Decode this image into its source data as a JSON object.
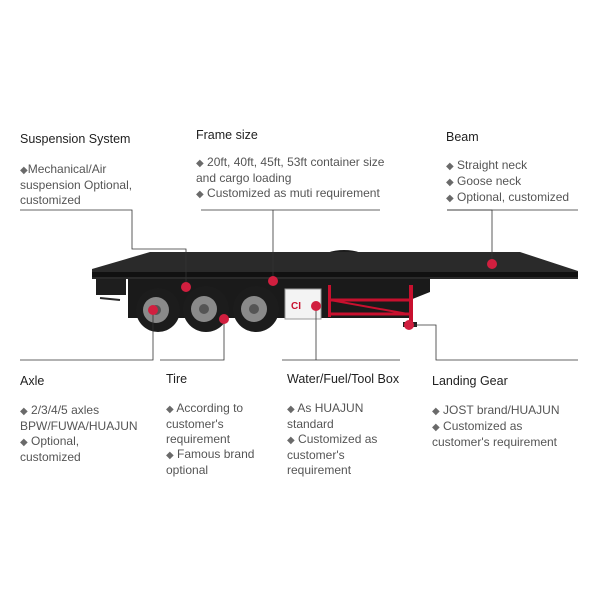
{
  "bullet": "◆",
  "colors": {
    "deck": "#2a2a2a",
    "frame": "#1a1a1a",
    "red": "#c8102e",
    "marker": "#d11f3f",
    "leader": "#333333",
    "tire": "#1c1c1c",
    "rim": "#8a8a8a"
  },
  "callouts": {
    "suspension": {
      "title": "Suspension System",
      "lines": [
        {
          "bullet": true,
          "text": "Mechanical/Air"
        },
        {
          "bullet": false,
          "text": "suspension Optional,"
        },
        {
          "bullet": false,
          "text": "customized"
        }
      ]
    },
    "frame_size": {
      "title": "Frame size",
      "lines": [
        {
          "bullet": true,
          "text": " 20ft, 40ft, 45ft, 53ft container size"
        },
        {
          "bullet": false,
          "text": "and cargo loading"
        },
        {
          "bullet": true,
          "text": " Customized as muti requirement"
        }
      ]
    },
    "beam": {
      "title": "Beam",
      "lines": [
        {
          "bullet": true,
          "text": " Straight neck"
        },
        {
          "bullet": true,
          "text": " Goose neck"
        },
        {
          "bullet": true,
          "text": " Optional, customized"
        }
      ]
    },
    "axle": {
      "title": "Axle",
      "lines": [
        {
          "bullet": true,
          "text": " 2/3/4/5 axles"
        },
        {
          "bullet": false,
          "text": "BPW/FUWA/HUAJUN"
        },
        {
          "bullet": true,
          "text": " Optional,"
        },
        {
          "bullet": false,
          "text": "customized"
        }
      ]
    },
    "tire": {
      "title": "Tire",
      "lines": [
        {
          "bullet": true,
          "text": " According to"
        },
        {
          "bullet": false,
          "text": "customer's"
        },
        {
          "bullet": false,
          "text": "requirement"
        },
        {
          "bullet": true,
          "text": " Famous brand"
        },
        {
          "bullet": false,
          "text": "optional"
        }
      ]
    },
    "toolbox": {
      "title": "Water/Fuel/Tool Box",
      "lines": [
        {
          "bullet": true,
          "text": " As HUAJUN"
        },
        {
          "bullet": false,
          "text": "standard"
        },
        {
          "bullet": true,
          "text": " Customized as"
        },
        {
          "bullet": false,
          "text": "customer's"
        },
        {
          "bullet": false,
          "text": "requirement"
        }
      ]
    },
    "landing_gear": {
      "title": "Landing Gear",
      "lines": [
        {
          "bullet": true,
          "text": " JOST brand/HUAJUN"
        },
        {
          "bullet": true,
          "text": " Customized as"
        },
        {
          "bullet": false,
          "text": "customer's requirement"
        }
      ]
    }
  },
  "box_logo": "CI"
}
